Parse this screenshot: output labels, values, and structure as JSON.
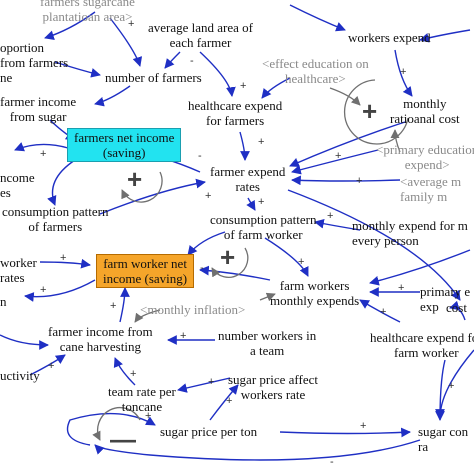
{
  "colors": {
    "arrow": "#1f2fc4",
    "gray_arrow": "#707070",
    "cyan": "#22e3f0",
    "orange": "#f5a52a"
  },
  "nodes": {
    "farmers_sugarcane_area": "farmers sugarcane\nplantatioan area>",
    "avg_land_area": "average land area of\neach farmer",
    "workers_expend": "workers expend",
    "proportion_farmers": "oportion\nfrom farmers\nne",
    "number_of_farmers": "number of farmers",
    "effect_education_healthcare": "<effect education on\nhealthcare>",
    "farmer_income_sugar": "farmer income\nfrom sugar",
    "healthcare_expend_farmers": "healthcare expend\nfor farmers",
    "monthly_rational_cost": "monthly\nratioanal cost",
    "farmers_net_income": "farmers net income\n(saving)",
    "primary_education_expend": "<primary education\nexpend>",
    "farmer_expend_rates": "farmer expend\nrates",
    "average_family_member": "<average m\nfamily m",
    "income_left": "ncome\nes",
    "consumption_pattern_farmers": "consumption pattern\nof farmers",
    "consumption_pattern_worker": "consumption pattern\nof farm worker",
    "monthly_expend_person": "monthly expend for m\nevery person",
    "worker_rates": "worker\nrates",
    "farm_worker_net_income": "farm worker net\nincome (saving)",
    "farm_workers_monthly_expends": "farm workers\nmonthly expends",
    "primary_right": "primary e\nexp",
    "left_n": "n",
    "monthly_inflation": "<monthly inflation>",
    "farmer_income_cane": "farmer income from\ncane harvesting",
    "number_workers_team": "number workers in\na team",
    "healthcare_farm_worker": "healthcare expend for\nfarm worker",
    "cost_right": "cost",
    "productivity": "uctivity",
    "team_rate": "team rate per\ntoncane",
    "sugar_price_affect": "sugar price affect\nworkers rate",
    "sugar_price_ton": "sugar price per ton",
    "sugar_con": "sugar con\nra"
  },
  "polarities": {
    "plus": "+",
    "minus": "-"
  },
  "loop_signs": {
    "plus": "+",
    "minus": "—"
  }
}
